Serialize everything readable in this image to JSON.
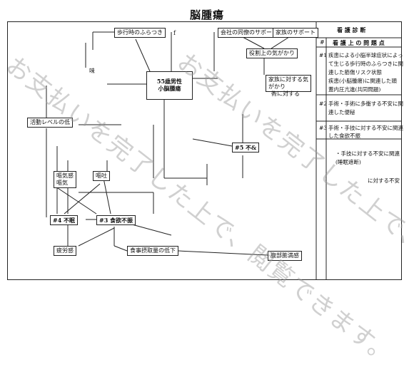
{
  "title": "脳腫瘍",
  "right_panel": {
    "header": "看 護 診 断",
    "col_num": "#",
    "col_label": "看 護 上 の 問 題 点",
    "items": [
      {
        "num": "#1",
        "lines": [
          "疾患による小脳半球症状によっ",
          "て生じる歩行時のふらつきに関",
          "連した筋傷リスク状態",
          "疾患(小脳腫瘍)に関連した頭",
          "蓋内圧亢進(共同問題)"
        ]
      },
      {
        "num": "#2",
        "lines": [
          "手術・手術に多衝する不安に関",
          "連した便秘"
        ]
      },
      {
        "num": "#3",
        "lines": [
          "手術・手技に対する不安に関連",
          "した食欲不振"
        ]
      },
      {
        "num": "",
        "lines": [
          "・手技に対する不安に関連",
          "(睡眠遮断)"
        ]
      },
      {
        "num": "",
        "lines": [
          "に対する不安"
        ]
      }
    ]
  },
  "diagram": {
    "walk": "歩行時のふらつき",
    "social": "会社の同僚のサポート",
    "family_support": "家族のサポート",
    "role": "役割上の気がかり",
    "patient_line1": "55歳男性",
    "patient_line2": "小脳腫瘍",
    "family_concern_1": "家族に対する気",
    "family_concern_2": "がかり",
    "surgery_frag": "術に対する",
    "activity": "活動レベルの低",
    "n5": "#5 不&",
    "nausea_1": "嘔気感",
    "nausea_2": "嘔気",
    "vomit": "嘔吐",
    "n4": "#4 不眠",
    "n3": "#3 食欲不振",
    "fatigue": "疲労感",
    "intake": "食事摂取量の低下",
    "abdomen": "腹部膨満感",
    "frag_mi": "味",
    "frag_r": "f"
  },
  "watermark": {
    "text": "お支払いを完了した上で、閲覧できます。"
  }
}
